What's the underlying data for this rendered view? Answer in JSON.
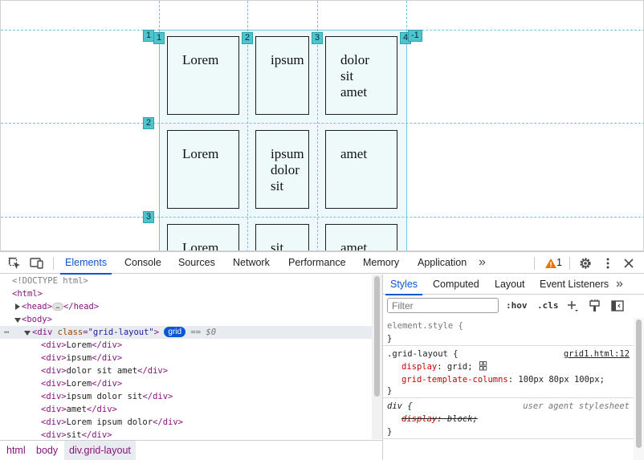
{
  "viewport": {
    "cells": [
      {
        "text": "Lorem"
      },
      {
        "text": "ipsum"
      },
      {
        "text": "dolor sit amet"
      },
      {
        "text": "Lorem"
      },
      {
        "text": "ipsum dolor sit"
      },
      {
        "text": "amet"
      },
      {
        "text": "Lorem"
      },
      {
        "text": "sit"
      },
      {
        "text": "amet"
      }
    ],
    "col_badges": [
      "1",
      "2",
      "3",
      "4"
    ],
    "row_badges": [
      "1",
      "2",
      "3"
    ],
    "neg_badges": [
      "-1"
    ]
  },
  "toolbar": {
    "tabs": [
      "Elements",
      "Console",
      "Sources",
      "Network",
      "Performance",
      "Memory",
      "Application"
    ],
    "active_tab": "Elements",
    "more": "»",
    "issues_count": "1",
    "icons": [
      "inspect-element-icon",
      "device-toggle-icon",
      "warning-icon",
      "settings-gear-icon",
      "kebab-menu-icon",
      "close-icon"
    ]
  },
  "dom": {
    "doctype": "<!DOCTYPE html>",
    "html_open": "<html>",
    "head_open": "<head>",
    "head_close": "</head>",
    "body_open": "<body>",
    "div_open_start": "<div",
    "div_class_attr": "class",
    "div_class_val": "\"grid-layout\"",
    "div_open_end": ">",
    "grid_badge": "grid",
    "eq_sel": "== $0",
    "children": [
      "Lorem",
      "ipsum",
      "dolor sit amet",
      "Lorem",
      "ipsum dolor sit",
      "amet",
      "Lorem ipsum dolor",
      "sit"
    ],
    "child_open": "<div>",
    "child_close": "</div>",
    "dots": "⋯",
    "ellipsis": "…"
  },
  "breadcrumbs": [
    "html",
    "body",
    "div.grid-layout"
  ],
  "styles": {
    "tabs": [
      "Styles",
      "Computed",
      "Layout",
      "Event Listeners"
    ],
    "active_tab": "Styles",
    "more": "»",
    "filter_placeholder": "Filter",
    "hov": ":hov",
    "cls": ".cls",
    "element_style_selector": "element.style {",
    "close_brace": "}",
    "rule1": {
      "selector": ".grid-layout {",
      "source": "grid1.html:12",
      "decls": [
        {
          "prop": "display",
          "val": "grid;"
        },
        {
          "prop": "grid-template-columns",
          "val": "100px 80px 100px;"
        }
      ]
    },
    "rule2": {
      "selector": "div {",
      "source": "user agent stylesheet",
      "decls": [
        {
          "prop": "display",
          "val": "block;"
        }
      ]
    }
  },
  "colors": {
    "accent": "#0b57d0",
    "grid_overlay": "#4fc4cf",
    "tag": "#881280",
    "warning": "#e8710a"
  }
}
